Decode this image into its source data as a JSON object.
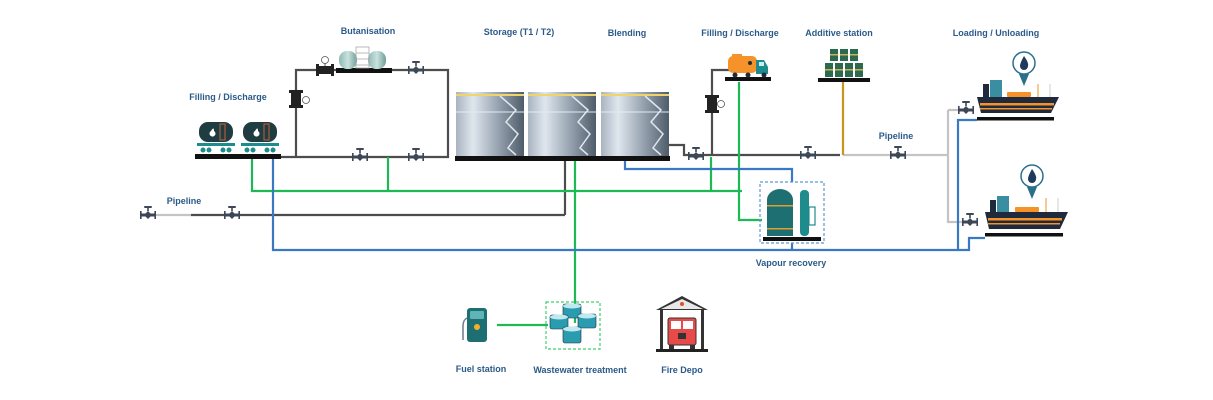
{
  "labels": {
    "filling_discharge_rail": "Filling / Discharge",
    "butanisation": "Butanisation",
    "storage": "Storage (T1 / T2)",
    "blending": "Blending",
    "filling_discharge_truck": "Filling / Discharge",
    "additive_station": "Additive station",
    "loading_unloading": "Loading / Unloading",
    "pipeline_right": "Pipeline",
    "pipeline_left": "Pipeline",
    "vapour_recovery": "Vapour recovery",
    "fuel_station": "Fuel station",
    "wastewater_treatment": "Wastewater treatment",
    "fire_depo": "Fire Depo"
  },
  "colors": {
    "pipe_dark": "#4d4d4d",
    "pipe_light": "#c4c4c4",
    "pipe_green": "#1db954",
    "pipe_blue": "#3a78c2",
    "pipe_gold": "#c8961e",
    "label": "#2b5a88",
    "teal": "#1e6f72",
    "navy": "#1f2a3c",
    "orange": "#f5922a"
  },
  "icons": {
    "rail_cars": "tank-wagon-icon",
    "butane_spheres": "butane-tank-icon",
    "storage_tanks": "storage-tank-icon",
    "truck": "tanker-truck-icon",
    "barrels": "barrel-stack-icon",
    "ship": "tanker-ship-icon",
    "drop_pin": "oil-drop-pin-icon",
    "vapour_unit": "vapour-recovery-icon",
    "fuel_pump": "fuel-pump-icon",
    "wastewater": "wastewater-tank-icon",
    "fire_station": "fire-station-icon",
    "valve": "valve-icon",
    "gauge_valve": "gauge-valve-icon"
  }
}
